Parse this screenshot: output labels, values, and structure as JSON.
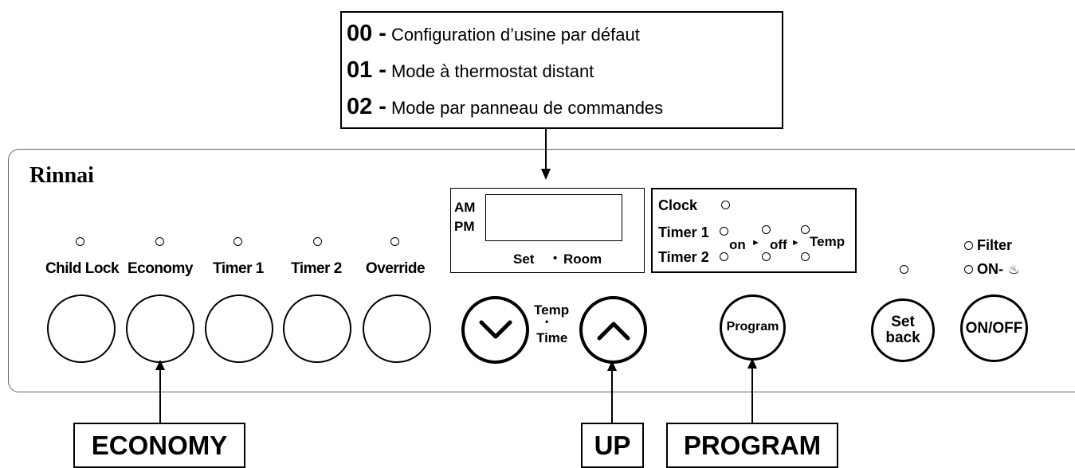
{
  "modes": [
    {
      "code": "00",
      "dash": "-",
      "text": "Configuration d’usine par défaut"
    },
    {
      "code": "01",
      "dash": "-",
      "text": "Mode à thermostat distant"
    },
    {
      "code": "02",
      "dash": "-",
      "text": "Mode par panneau de commandes"
    }
  ],
  "brand": "Rinnai",
  "buttons": {
    "child_lock": "Child Lock",
    "economy": "Economy",
    "timer1": "Timer 1",
    "timer2": "Timer 2",
    "override": "Override"
  },
  "display": {
    "am": "AM",
    "pm": "PM",
    "set": "Set",
    "dot": "•",
    "room": "Room"
  },
  "temp_time": {
    "temp": "Temp",
    "dot": "•",
    "time": "Time"
  },
  "program_panel": {
    "clock": "Clock",
    "timer1": "Timer 1",
    "timer2": "Timer 2",
    "on": "on",
    "off": "off",
    "temp": "Temp",
    "arrow": "►"
  },
  "program_button": "Program",
  "setback_button": {
    "line1": "Set",
    "line2": "back"
  },
  "onoff_button": "ON/OFF",
  "indicators": {
    "filter": "Filter",
    "on": "ON-",
    "flame": "♨"
  },
  "callouts": {
    "economy": "ECONOMY",
    "up": "UP",
    "program": "PROGRAM"
  }
}
